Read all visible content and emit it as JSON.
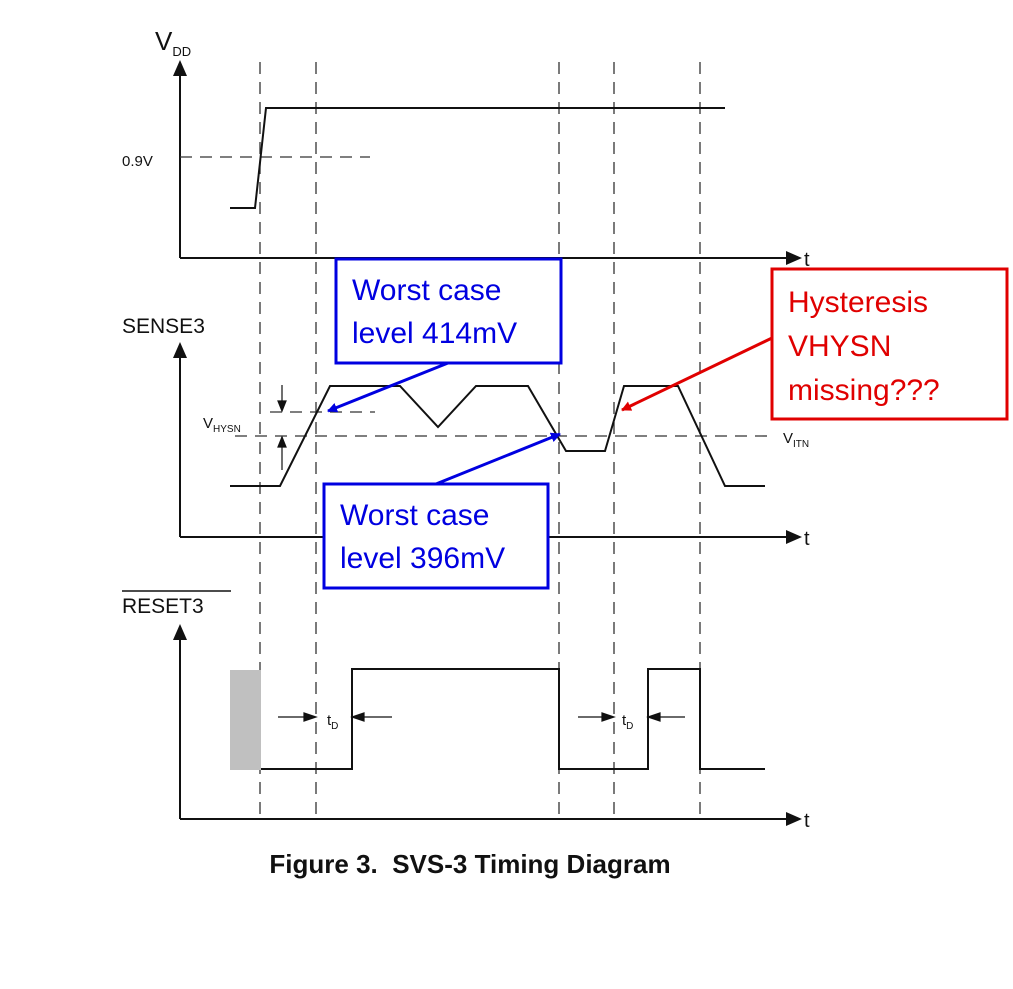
{
  "signals": {
    "vdd": {
      "main": "V",
      "sub": "DD"
    },
    "sense3": {
      "label": "SENSE3"
    },
    "reset3": {
      "label": "RESET3"
    }
  },
  "axis_label": "t",
  "levels": {
    "vdd_threshold": "0.9V",
    "vhysn": {
      "main": "V",
      "sub": "HYSN"
    },
    "vitn": {
      "main": "V",
      "sub": "ITN"
    },
    "td": {
      "main": "t",
      "sub": "D"
    }
  },
  "caption": "Figure 3.  SVS-3 Timing Diagram",
  "annotations": {
    "worst_high": {
      "line1": "Worst case",
      "line2": "level 414mV",
      "color": "#0000e0"
    },
    "worst_low": {
      "line1": "Worst case",
      "line2": "level 396mV",
      "color": "#0000e0"
    },
    "hysteresis": {
      "line1": "Hysteresis",
      "line2": "VHYSN",
      "line3": "missing???",
      "color": "#e00000"
    }
  }
}
